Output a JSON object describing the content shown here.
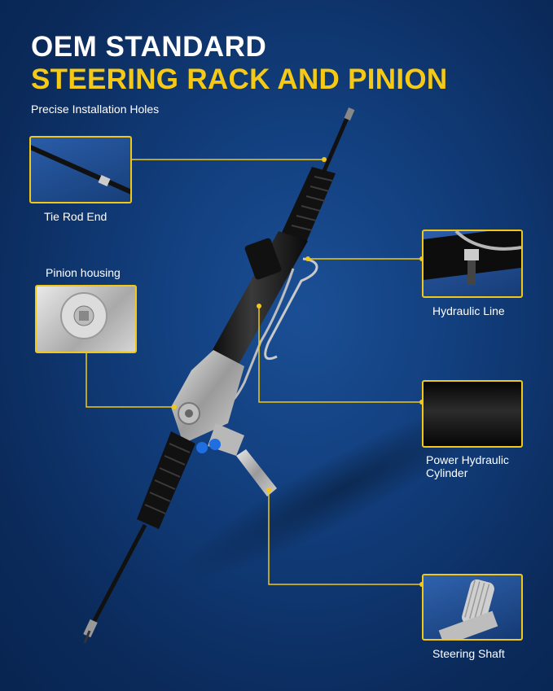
{
  "header": {
    "title_line1": "OEM STANDARD",
    "title_line2": "STEERING RACK AND PINION",
    "subtitle": "Precise Installation Holes"
  },
  "callouts": {
    "tie_rod_end": "Tie Rod End",
    "pinion_housing": "Pinion housing",
    "hydraulic_line": "Hydraulic Line",
    "power_hydraulic_cylinder_line1": "Power Hydraulic",
    "power_hydraulic_cylinder_line2": "Cylinder",
    "steering_shaft": "Steering Shaft"
  },
  "colors": {
    "accent": "#f6c915",
    "background": "#123f7e",
    "text": "#ffffff"
  }
}
